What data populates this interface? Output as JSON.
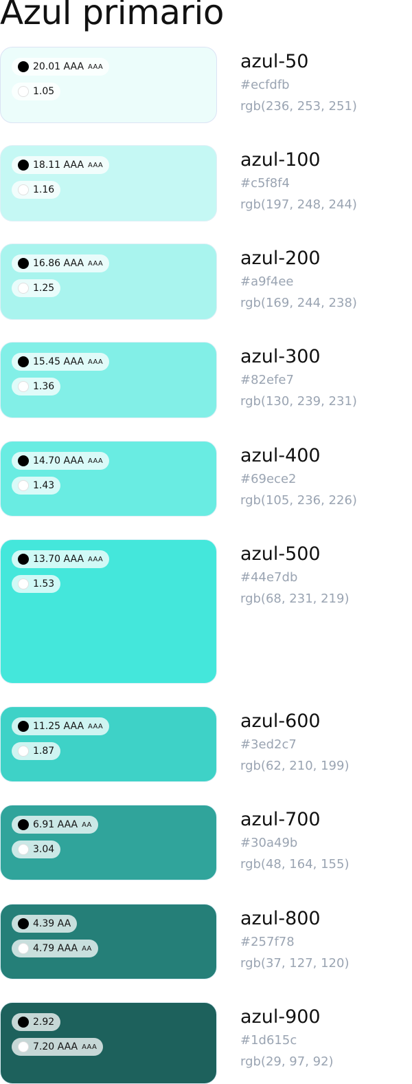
{
  "page_title": "Azul primario",
  "pill_background": "rgba(255,255,255,0.75)",
  "swatches": [
    {
      "name": "azul-50",
      "hex": "#ecfdfb",
      "rgb": "rgb(236, 253, 251)",
      "color": "#ecfdfb",
      "border": "#dbe3f4",
      "black_contrast": "20.01 AAA",
      "black_badge": "AAA",
      "white_contrast": "1.05",
      "white_badge": ""
    },
    {
      "name": "azul-100",
      "hex": "#c5f8f4",
      "rgb": "rgb(197, 248, 244)",
      "color": "#c5f8f4",
      "border": "#dfeff6",
      "black_contrast": "18.11 AAA",
      "black_badge": "AAA",
      "white_contrast": "1.16",
      "white_badge": ""
    },
    {
      "name": "azul-200",
      "hex": "#a9f4ee",
      "rgb": "rgb(169, 244, 238)",
      "color": "#a9f4ee",
      "border": "#dfeff6",
      "black_contrast": "16.86 AAA",
      "black_badge": "AAA",
      "white_contrast": "1.25",
      "white_badge": ""
    },
    {
      "name": "azul-300",
      "hex": "#82efe7",
      "rgb": "rgb(130, 239, 231)",
      "color": "#82efe7",
      "border": "#dfeff6",
      "black_contrast": "15.45 AAA",
      "black_badge": "AAA",
      "white_contrast": "1.36",
      "white_badge": ""
    },
    {
      "name": "azul-400",
      "hex": "#69ece2",
      "rgb": "rgb(105, 236, 226)",
      "color": "#69ece2",
      "border": "#dfeff6",
      "black_contrast": "14.70 AAA",
      "black_badge": "AAA",
      "white_contrast": "1.43",
      "white_badge": ""
    },
    {
      "name": "azul-500",
      "hex": "#44e7db",
      "rgb": "rgb(68, 231, 219)",
      "color": "#44e7db",
      "border": "#dfeff6",
      "black_contrast": "13.70 AAA",
      "black_badge": "AAA",
      "white_contrast": "1.53",
      "white_badge": ""
    },
    {
      "name": "azul-600",
      "hex": "#3ed2c7",
      "rgb": "rgb(62, 210, 199)",
      "color": "#3ed2c7",
      "border": "#dfeff6",
      "black_contrast": "11.25 AAA",
      "black_badge": "AAA",
      "white_contrast": "1.87",
      "white_badge": ""
    },
    {
      "name": "azul-700",
      "hex": "#30a49b",
      "rgb": "rgb(48, 164, 155)",
      "color": "#30a49b",
      "border": "#dfeff6",
      "black_contrast": "6.91 AAA",
      "black_badge": "AA",
      "white_contrast": "3.04",
      "white_badge": ""
    },
    {
      "name": "azul-800",
      "hex": "#257f78",
      "rgb": "rgb(37, 127, 120)",
      "color": "#257f78",
      "border": "#dfeff6",
      "black_contrast": "4.39 AA",
      "black_badge": "",
      "white_contrast": "4.79 AAA",
      "white_badge": "AA"
    },
    {
      "name": "azul-900",
      "hex": "#1d615c",
      "rgb": "rgb(29, 97, 92)",
      "color": "#1d615c",
      "border": "#dfeff6",
      "black_contrast": "2.92",
      "black_badge": "",
      "white_contrast": "7.20 AAA",
      "white_badge": "AAA"
    }
  ]
}
